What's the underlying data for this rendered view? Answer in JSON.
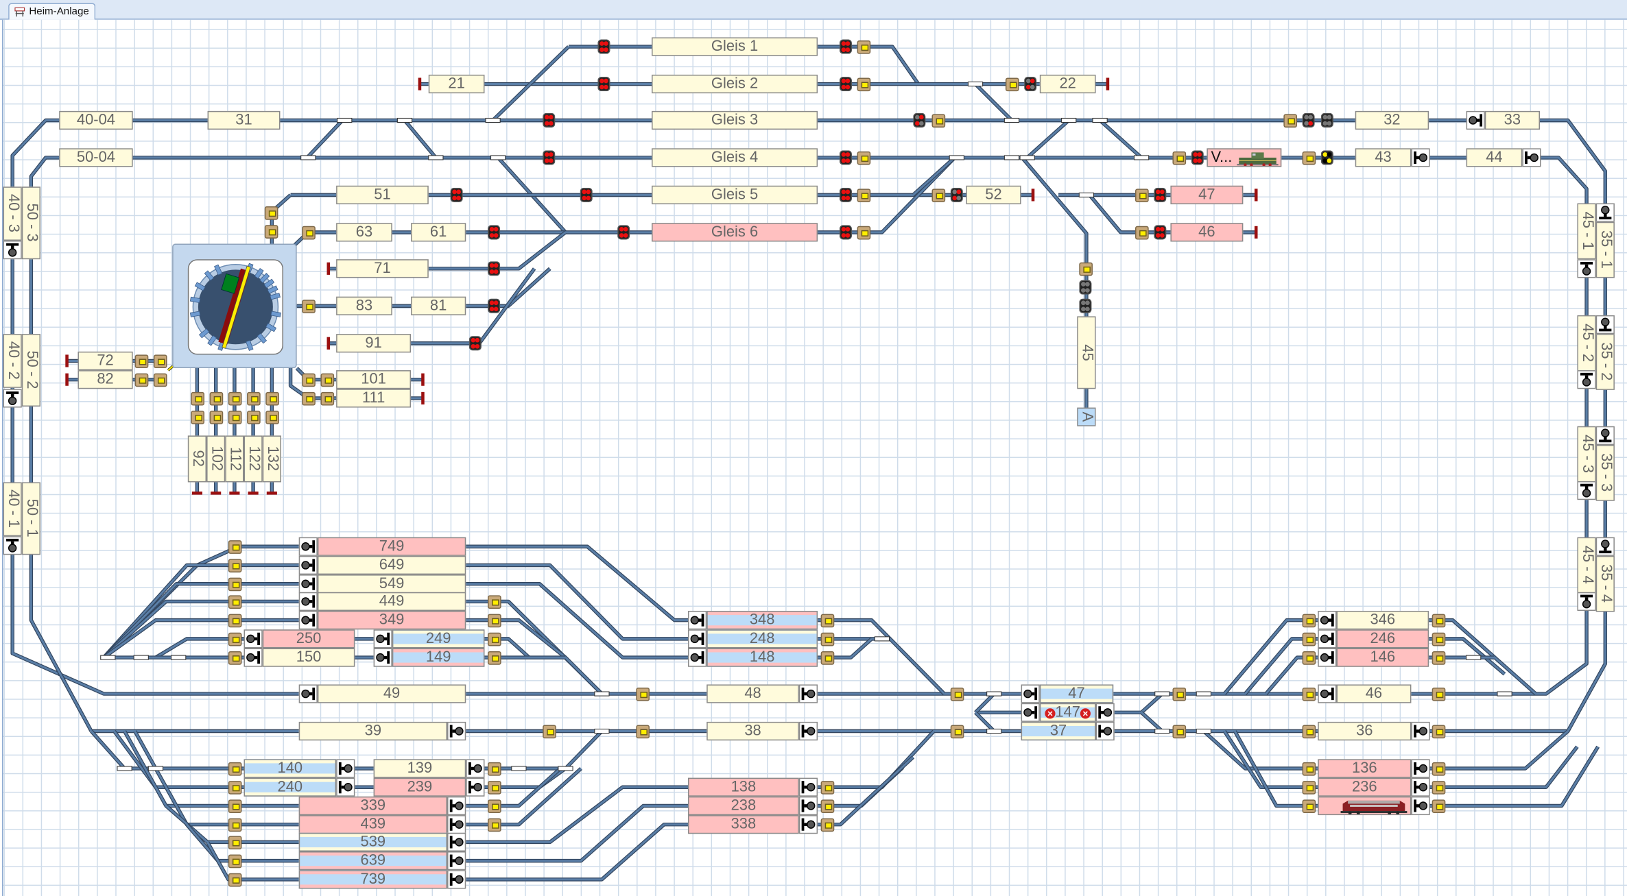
{
  "tab": {
    "title": "Heim-Anlage",
    "icon": "layout-icon"
  },
  "state_colors": {
    "free": "#fffbdc",
    "occupied": "#ffc0c0",
    "reserved": "#bcdcf8",
    "track": "#5a7ea6",
    "feedback_contact": "#ffee00",
    "bumper": "#9b1010"
  },
  "blocks": {
    "gleis1": {
      "label": "Gleis 1",
      "state": "free"
    },
    "gleis2": {
      "label": "Gleis 2",
      "state": "free"
    },
    "gleis3": {
      "label": "Gleis 3",
      "state": "free"
    },
    "gleis4": {
      "label": "Gleis 4",
      "state": "free"
    },
    "gleis5": {
      "label": "Gleis 5",
      "state": "free"
    },
    "gleis6": {
      "label": "Gleis 6",
      "state": "occupied"
    },
    "b21": {
      "label": "21",
      "state": "free"
    },
    "b22": {
      "label": "22",
      "state": "free"
    },
    "b4004": {
      "label": "40-04",
      "state": "free"
    },
    "b31": {
      "label": "31",
      "state": "free"
    },
    "b5004": {
      "label": "50-04",
      "state": "free"
    },
    "b32": {
      "label": "32",
      "state": "free"
    },
    "b33": {
      "label": "33",
      "state": "free"
    },
    "bv": {
      "label": "V...",
      "state": "occupied",
      "locomotive": "diesel-shunter-locomotive-icon"
    },
    "b43": {
      "label": "43",
      "state": "free"
    },
    "b44": {
      "label": "44",
      "state": "free"
    },
    "b51": {
      "label": "51",
      "state": "free"
    },
    "b52": {
      "label": "52",
      "state": "free"
    },
    "b47t": {
      "label": "47",
      "state": "occupied"
    },
    "b46t": {
      "label": "46",
      "state": "occupied"
    },
    "b63": {
      "label": "63",
      "state": "free"
    },
    "b61": {
      "label": "61",
      "state": "free"
    },
    "b71": {
      "label": "71",
      "state": "free"
    },
    "b83": {
      "label": "83",
      "state": "free"
    },
    "b81": {
      "label": "81",
      "state": "free"
    },
    "b91": {
      "label": "91",
      "state": "free"
    },
    "b101": {
      "label": "101",
      "state": "free"
    },
    "b111": {
      "label": "111",
      "state": "free"
    },
    "b72": {
      "label": "72",
      "state": "free"
    },
    "b82": {
      "label": "82",
      "state": "free"
    },
    "b749": {
      "label": "749",
      "state": "occupied"
    },
    "b649": {
      "label": "649",
      "state": "free"
    },
    "b549": {
      "label": "549",
      "state": "free"
    },
    "b449": {
      "label": "449",
      "state": "free"
    },
    "b349": {
      "label": "349",
      "state": "occupied"
    },
    "b250": {
      "label": "250",
      "state": "occupied"
    },
    "b150": {
      "label": "150",
      "state": "free"
    },
    "b249": {
      "label": "249",
      "state": "reserved-free"
    },
    "b149": {
      "label": "149",
      "state": "reserved-occupied"
    },
    "b348": {
      "label": "348",
      "state": "reserved-occupied"
    },
    "b248": {
      "label": "248",
      "state": "reserved-free"
    },
    "b148": {
      "label": "148",
      "state": "reserved-occupied"
    },
    "b49": {
      "label": "49",
      "state": "free"
    },
    "b48": {
      "label": "48",
      "state": "free"
    },
    "b39": {
      "label": "39",
      "state": "free"
    },
    "b38": {
      "label": "38",
      "state": "free"
    },
    "b47m": {
      "label": "47",
      "state": "reserved-free"
    },
    "b147": {
      "label": "147",
      "state": "reserved-free",
      "error_icons": "error-icon"
    },
    "b37": {
      "label": "37",
      "state": "reserved-free"
    },
    "b346": {
      "label": "346",
      "state": "free"
    },
    "b246": {
      "label": "246",
      "state": "occupied"
    },
    "b146": {
      "label": "146",
      "state": "occupied"
    },
    "b46m": {
      "label": "46",
      "state": "free"
    },
    "b36": {
      "label": "36",
      "state": "free"
    },
    "b136": {
      "label": "136",
      "state": "occupied"
    },
    "b236": {
      "label": "236",
      "state": "occupied"
    },
    "b336": {
      "state": "occupied",
      "locomotive": "v160-diesel-locomotive-icon"
    },
    "b140": {
      "label": "140",
      "state": "reserved-free"
    },
    "b240": {
      "label": "240",
      "state": "reserved-free"
    },
    "b139": {
      "label": "139",
      "state": "free"
    },
    "b239": {
      "label": "239",
      "state": "occupied"
    },
    "b339": {
      "label": "339",
      "state": "occupied"
    },
    "b439": {
      "label": "439",
      "state": "occupied"
    },
    "b539": {
      "label": "539",
      "state": "reserved-free"
    },
    "b639": {
      "label": "639",
      "state": "reserved-occupied"
    },
    "b739": {
      "label": "739",
      "state": "reserved-occupied"
    },
    "b138": {
      "label": "138",
      "state": "occupied"
    },
    "b238": {
      "label": "238",
      "state": "occupied"
    },
    "b338": {
      "label": "338",
      "state": "occupied"
    },
    "b403": {
      "label": "40 - 3",
      "state": "free"
    },
    "b503": {
      "label": "50 - 3",
      "state": "free"
    },
    "b402": {
      "label": "40 - 2",
      "state": "free"
    },
    "b502": {
      "label": "50 - 2",
      "state": "free"
    },
    "b401": {
      "label": "40 - 1",
      "state": "free"
    },
    "b501": {
      "label": "50 - 1",
      "state": "free"
    },
    "b451": {
      "label": "45 - 1",
      "state": "free"
    },
    "b351": {
      "label": "35 - 1",
      "state": "free"
    },
    "b452": {
      "label": "45 - 2",
      "state": "free"
    },
    "b352": {
      "label": "35 - 2",
      "state": "free"
    },
    "b453": {
      "label": "45 - 3",
      "state": "free"
    },
    "b353": {
      "label": "35 - 3",
      "state": "free"
    },
    "b454": {
      "label": "45 - 4",
      "state": "free"
    },
    "b354": {
      "label": "35 - 4",
      "state": "free"
    },
    "b45": {
      "label": "45",
      "state": "free"
    },
    "bA": {
      "label": "A",
      "state": "reserved"
    },
    "b92": {
      "label": "92",
      "state": "free"
    },
    "b102": {
      "label": "102",
      "state": "free"
    },
    "b112": {
      "label": "112",
      "state": "free"
    },
    "b122": {
      "label": "122",
      "state": "free"
    },
    "b132": {
      "label": "132",
      "state": "free"
    }
  },
  "turntable": {
    "icon": "turntable-icon",
    "bridge_color": "#ffee00",
    "occupied_color": "#00801e"
  }
}
